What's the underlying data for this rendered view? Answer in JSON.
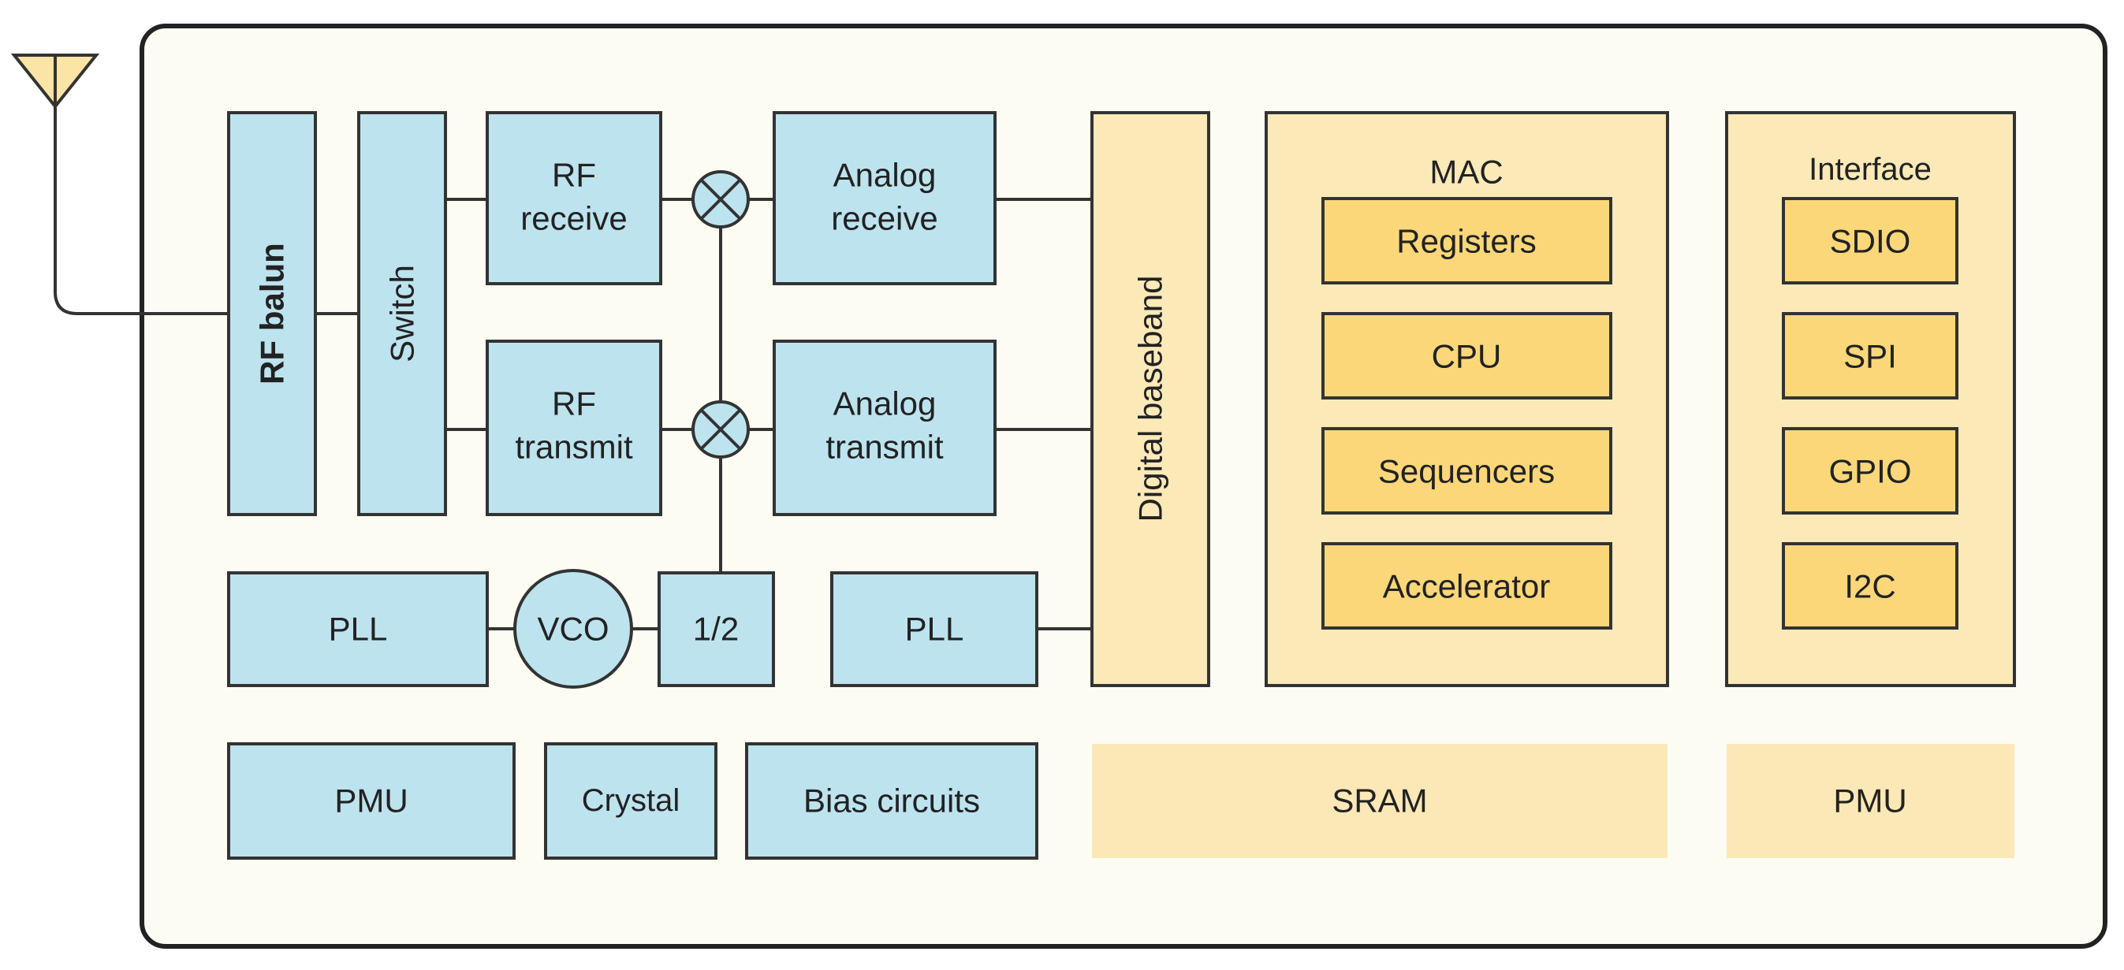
{
  "labels": {
    "rf_balun": "RF balun",
    "switch": "Switch",
    "rf_receive_1": "RF",
    "rf_receive_2": "receive",
    "rf_transmit_1": "RF",
    "rf_transmit_2": "transmit",
    "analog_receive_1": "Analog",
    "analog_receive_2": "receive",
    "analog_transmit_1": "Analog",
    "analog_transmit_2": "transmit",
    "digital_baseband": "Digital baseband",
    "mac": "MAC",
    "registers": "Registers",
    "cpu": "CPU",
    "sequencers": "Sequencers",
    "accelerator": "Accelerator",
    "interface": "Interface",
    "sdio": "SDIO",
    "spi": "SPI",
    "gpio": "GPIO",
    "i2c": "I2C",
    "pll_left": "PLL",
    "vco": "VCO",
    "half": "1/2",
    "pll_right": "PLL",
    "pmu_left": "PMU",
    "crystal": "Crystal",
    "bias_circuits": "Bias circuits",
    "sram": "SRAM",
    "pmu_right": "PMU"
  },
  "colors": {
    "rf_block": "#bde3ef",
    "digital_block": "#fbe9b8",
    "mac_sub_block": "#fbd779",
    "chip_background": "#fdfcf3",
    "outline": "#333333"
  },
  "icons": {
    "antenna": "antenna-icon",
    "mixer": "mixer-icon"
  }
}
